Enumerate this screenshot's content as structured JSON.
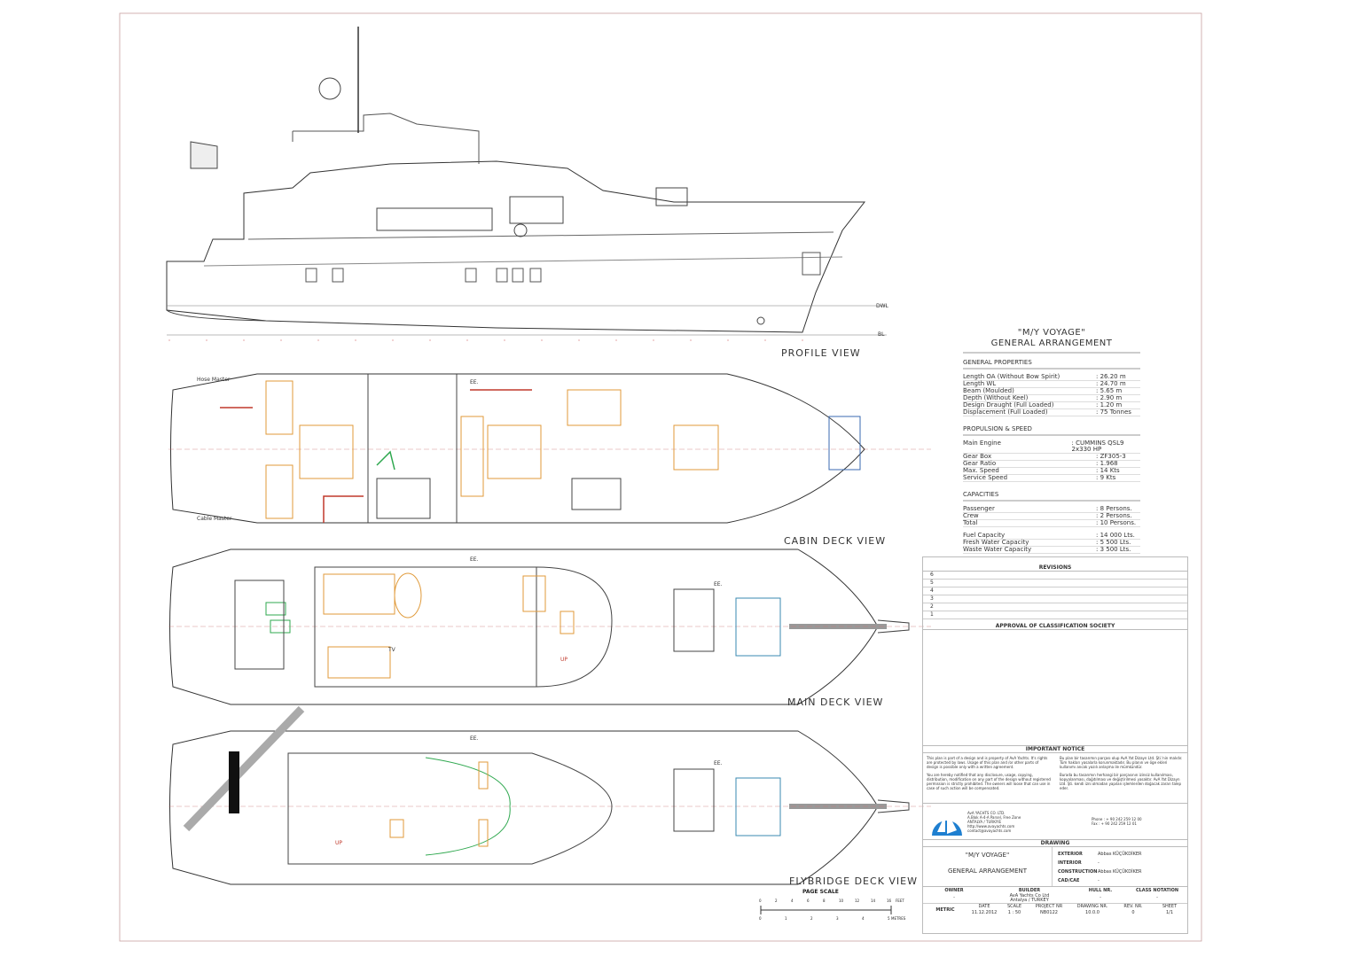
{
  "views": {
    "profile": "PROFILE VIEW",
    "cabin": "CABIN DECK VIEW",
    "main": "MAIN DECK VIEW",
    "flybridge": "FLYBRIDGE DECK VIEW",
    "dwl": "DWL",
    "bl": "BL",
    "hose_master": "Hose Master",
    "cable_master": "Cable Master",
    "ee": "EE.",
    "tv": "TV",
    "up": "UP"
  },
  "specs": {
    "title_line1": "\"M/Y VOYAGE\"",
    "title_line2": "GENERAL ARRANGEMENT",
    "sections": [
      {
        "name": "GENERAL PROPERTIES",
        "rows": [
          {
            "k": "Length OA (Without Bow Spirit)",
            "v": ": 26.20 m"
          },
          {
            "k": "Length WL",
            "v": ": 24.70 m"
          },
          {
            "k": "Beam (Moulded)",
            "v": ":   5.65 m"
          },
          {
            "k": "Depth (Without Keel)",
            "v": ":   2.90 m"
          },
          {
            "k": "Design Draught (Full Loaded)",
            "v": ":   1.20 m"
          },
          {
            "k": "Displacement (Full Loaded)",
            "v": ":  75 Tonnes"
          }
        ]
      },
      {
        "name": "PROPULSION & SPEED",
        "rows": [
          {
            "k": "Main Engine",
            "v": ": CUMMINS QSL9 2x330 HP"
          },
          {
            "k": "Gear Box",
            "v": ": ZF305-3"
          },
          {
            "k": "Gear Ratio",
            "v": ": 1.968"
          },
          {
            "k": "Max. Speed",
            "v": ": 14 Kts"
          },
          {
            "k": "Service Speed",
            "v": ":   9 Kts"
          }
        ]
      },
      {
        "name": "CAPACITIES",
        "rows": [
          {
            "k": "Passenger",
            "v": ":   8 Persons."
          },
          {
            "k": "Crew",
            "v": ":   2 Persons."
          },
          {
            "k": "Total",
            "v": ": 10 Persons."
          },
          {
            "k": "",
            "v": ""
          },
          {
            "k": "Fuel Capacity",
            "v": ": 14 000 Lts."
          },
          {
            "k": "Fresh Water Capacity",
            "v": ":   5 500 Lts."
          },
          {
            "k": "Waste Water Capacity",
            "v": ":   3 500 Lts."
          }
        ]
      }
    ]
  },
  "title_block": {
    "revisions_label": "REVISIONS",
    "revisions": [
      "6",
      "5",
      "4",
      "3",
      "2",
      "1"
    ],
    "approval_label": "APPROVAL OF CLASSIFICATION SOCIETY",
    "notice_label": "IMPORTANT NOTICE",
    "notice_en_1": "This plan is part of a design and is property of AvA Yachts. It's rights are protected by laws. Usage of this plan and /or other parts of design is possible only with a written agreement.",
    "notice_en_2": "You are hereby notified that any disclosure, usage, copying, distribution, modification on any part of the design without registered permission is strictly prohibited. The owners will loose that can use in case of such action will be compensated.",
    "notice_tr_1": "Bu plan bir tasarımın parçası olup AvA Yat Dizayn Ltd. Şti.'nin malıdır. Tüm hakları yasalarla korunmaktadır. Bu planın ve öge ekleri kullanımı ancak yazılı anlaşma ile mümkündür.",
    "notice_tr_2": "Burada bu tasarımın herhangi bir parçasının izinsiz kullanılması, kopyalanması, dağıtılması ve değiştirilmesi yasaktır. AvA Yat Dizayn Ltd. Şti. kendi izni olmadan yapılan işlemlerden doğacak zararı talep eder.",
    "company_name": "AvA YACHTS CO. LTD.",
    "company_addr1": "A.Blok A-4-A Parsel, Free Zone",
    "company_addr2": "ANTALYA / TURKIYE",
    "company_web": "http://www.avayachts.com",
    "company_mail": "contact@avayachts.com",
    "phone_label": "Phone",
    "phone": ": + 90 242 259 12 00",
    "fax_label": "Fax",
    "fax": ": + 90 242 259 12 01",
    "drawing_label": "DRAWING",
    "drawing_name1": "\"M/Y VOYAGE\"",
    "drawing_name2": "GENERAL ARRANGEMENT",
    "exterior_label": "EXTERIOR",
    "exterior": "Abbas KÜÇÜKDİKER",
    "interior_label": "INTERIOR",
    "interior": "-",
    "construction_label": "CONSTRUCTION",
    "construction": "Abbas KÜÇÜKDİKER",
    "cadcae_label": "CAD/CAE",
    "cadcae": "-",
    "owner_label": "OWNER",
    "owner": "-",
    "builder_label": "BUILDER",
    "builder1": "AvA Yachts Co Ltd",
    "builder2": "Antalya / TURKEY",
    "hull_label": "HULL NR.",
    "hull": "-",
    "class_label": "CLASS NOTATION",
    "class": "-",
    "metric": "METRIC",
    "date_label": "DATE",
    "date": "11.12.2012",
    "scale_label": "SCALE",
    "scale": "1 : 50",
    "project_label": "PROJECT NR",
    "project": "NB0122",
    "drawingnr_label": "DRAWING NR.",
    "drawingnr": "10.0.0",
    "rev_label": "REV. NR.",
    "rev": "0",
    "sheet_label": "SHEET",
    "sheet": "1/1"
  },
  "page_scale": {
    "label": "PAGE SCALE",
    "feet_ticks": [
      "0",
      "2",
      "4",
      "6",
      "8",
      "10",
      "12",
      "14",
      "16"
    ],
    "feet_unit": "FEET",
    "meter_ticks": [
      "0",
      "1",
      "2",
      "3",
      "4",
      "5"
    ],
    "meter_unit": "METRES"
  },
  "colors": {
    "logo_blue": "#1e7fd0",
    "room_orange": "#e09a3a",
    "wall_red": "#c0392b",
    "stair_green": "#2fa84f"
  }
}
